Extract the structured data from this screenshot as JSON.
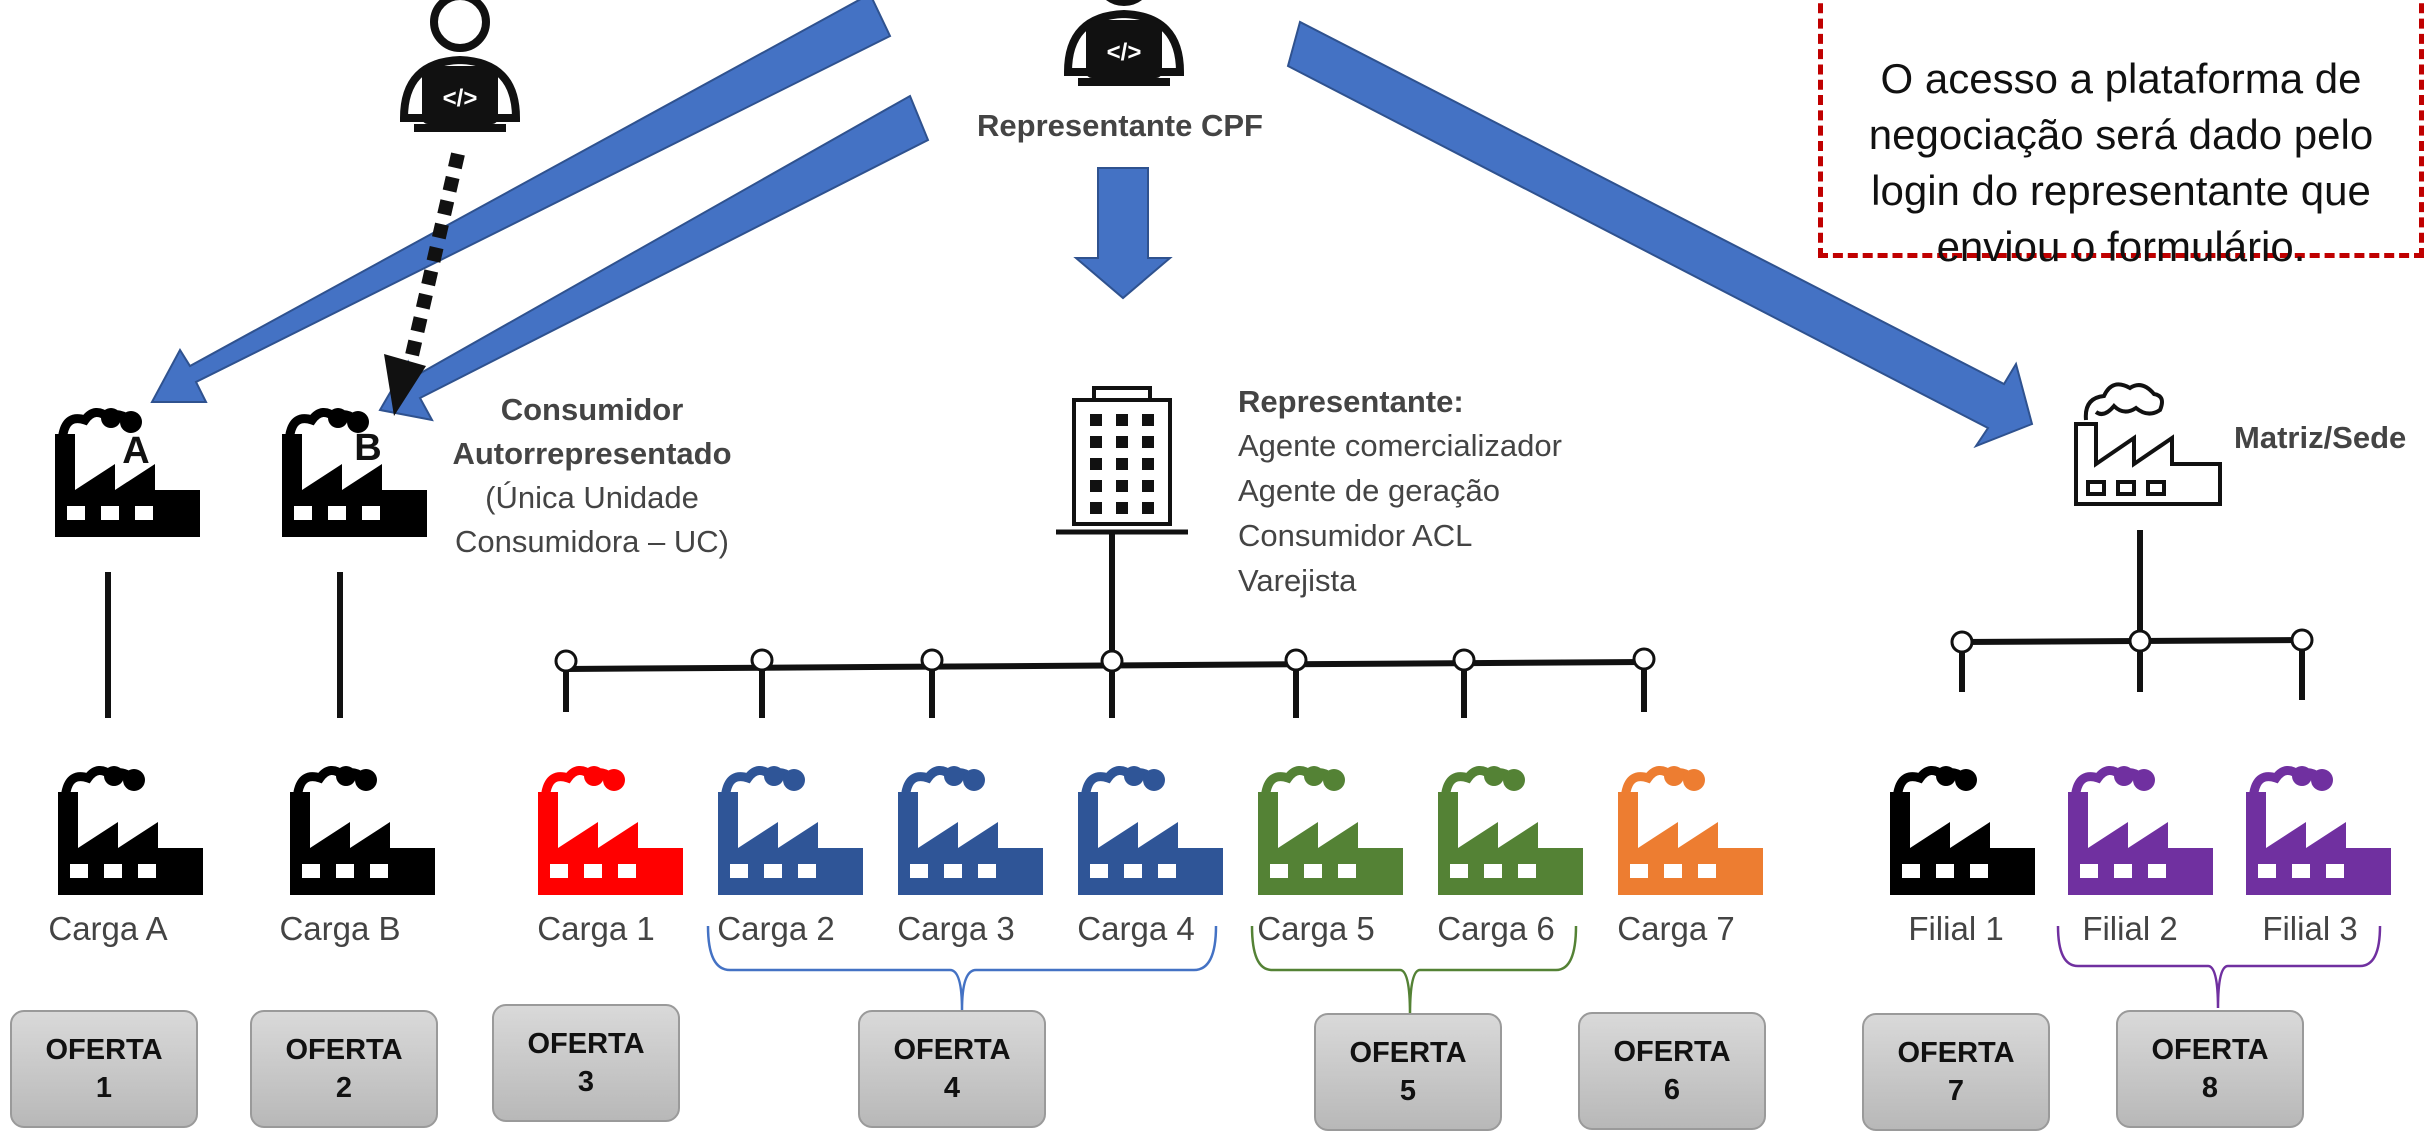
{
  "note": {
    "lines": [
      "O acesso a plataforma de",
      "negociação será dado pelo",
      "login do representante que",
      "enviou o formulário."
    ],
    "color": "#c00000"
  },
  "representante_cpf": "Representante CPF",
  "consumidor": {
    "title_line1": "Consumidor",
    "title_line2": "Autorrepresentado",
    "sub_line1": "(Única Unidade",
    "sub_line2": "Consumidora – UC)"
  },
  "representante": {
    "title": "Representante:",
    "items": [
      "Agente comercializador",
      "Agente de geração",
      "Consumidor ACL",
      "Varejista"
    ]
  },
  "matriz": "Matriz/Sede",
  "badges": {
    "a": "A",
    "b": "B"
  },
  "cargas": [
    {
      "label": "Carga A",
      "color": "#000000"
    },
    {
      "label": "Carga B",
      "color": "#000000"
    },
    {
      "label": "Carga 1",
      "color": "#ff0000"
    },
    {
      "label": "Carga 2",
      "color": "#2f5597"
    },
    {
      "label": "Carga 3",
      "color": "#2f5597"
    },
    {
      "label": "Carga 4",
      "color": "#2f5597"
    },
    {
      "label": "Carga 5",
      "color": "#548235"
    },
    {
      "label": "Carga 6",
      "color": "#548235"
    },
    {
      "label": "Carga 7",
      "color": "#ed7d31"
    },
    {
      "label": "Filial 1",
      "color": "#000000"
    },
    {
      "label": "Filial 2",
      "color": "#7030a0"
    },
    {
      "label": "Filial 3",
      "color": "#7030a0"
    }
  ],
  "ofertas": [
    {
      "word": "OFERTA",
      "num": "1"
    },
    {
      "word": "OFERTA",
      "num": "2"
    },
    {
      "word": "OFERTA",
      "num": "3"
    },
    {
      "word": "OFERTA",
      "num": "4"
    },
    {
      "word": "OFERTA",
      "num": "5"
    },
    {
      "word": "OFERTA",
      "num": "6"
    },
    {
      "word": "OFERTA",
      "num": "7"
    },
    {
      "word": "OFERTA",
      "num": "8"
    }
  ],
  "colors": {
    "arrow": "#4472c4",
    "arrow_border": "#2f528f",
    "brace_blue": "#4472c4",
    "brace_green": "#548235",
    "brace_purple": "#7030a0"
  },
  "icons": [
    "factory-icon",
    "developer-person-icon",
    "office-building-icon",
    "factory-outline-icon"
  ]
}
